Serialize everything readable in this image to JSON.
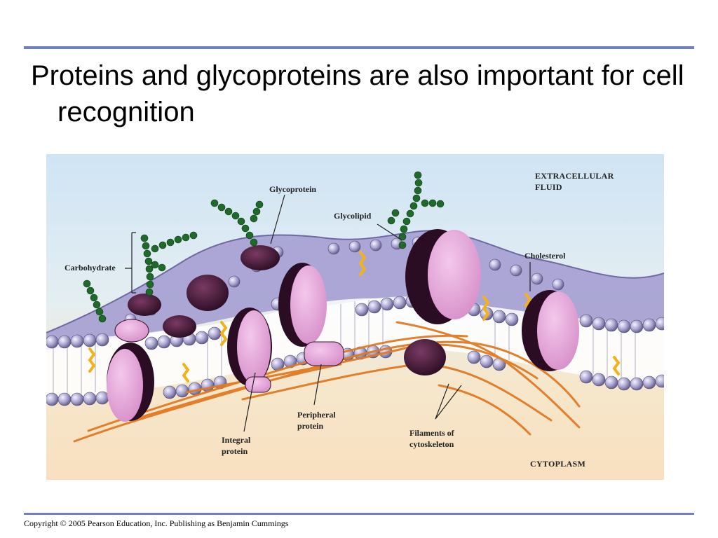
{
  "slide": {
    "title": "Proteins and glycoproteins are also important for cell recognition",
    "footer": "Copyright © 2005 Pearson Education, Inc. Publishing as Benjamin Cummings"
  },
  "diagram": {
    "labels": {
      "extracellular_line1": "EXTRACELLULAR",
      "extracellular_line2": "FLUID",
      "glycoprotein": "Glycoprotein",
      "glycolipid": "Glycolipid",
      "carbohydrate": "Carbohydrate",
      "cholesterol": "Cholesterol",
      "integral_line1": "Integral",
      "integral_line2": "protein",
      "peripheral_line1": "Peripheral",
      "peripheral_line2": "protein",
      "filaments_line1": "Filaments of",
      "filaments_line2": "cytoskeleton",
      "cytoplasm": "CYTOPLASM"
    },
    "colors": {
      "extracellular": "#cfe4f4",
      "cytoplasm": "#f8e0bf",
      "phospholipid_head": "#b7b4d6",
      "protein": "#e6a9d9",
      "protein_dark": "#3a1430",
      "carbohydrate": "#1f6a2a",
      "cytoskeleton": "#e27a22",
      "cholesterol": "#f0b21e"
    }
  }
}
